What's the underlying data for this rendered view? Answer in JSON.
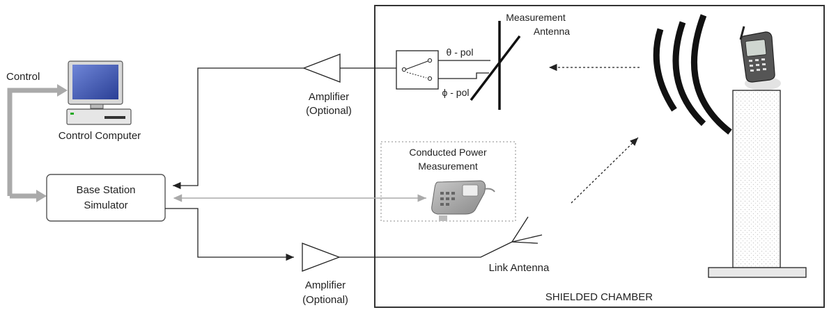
{
  "labels": {
    "control": "Control",
    "control_computer": "Control Computer",
    "bss_line1": "Base Station",
    "bss_line2": "Simulator",
    "amp_top_line1": "Amplifier",
    "amp_top_line2": "(Optional)",
    "amp_bottom_line1": "Amplifier",
    "amp_bottom_line2": "(Optional)",
    "meas_antenna_line1": "Measurement",
    "meas_antenna_line2": "Antenna",
    "theta_pol": "θ - pol",
    "phi_pol": "ϕ - pol",
    "conducted_line1": "Conducted Power",
    "conducted_line2": "Measurement",
    "link_antenna": "Link Antenna",
    "chamber": "SHIELDED CHAMBER"
  },
  "colors": {
    "line": "#222222",
    "grey_arrow": "#aaaaaa",
    "monitor_screen": "#3a55b0",
    "chamber_border": "#333333"
  },
  "icons": [
    "computer-icon",
    "phone-icon",
    "power-meter-icon",
    "radiation-waves-icon"
  ]
}
